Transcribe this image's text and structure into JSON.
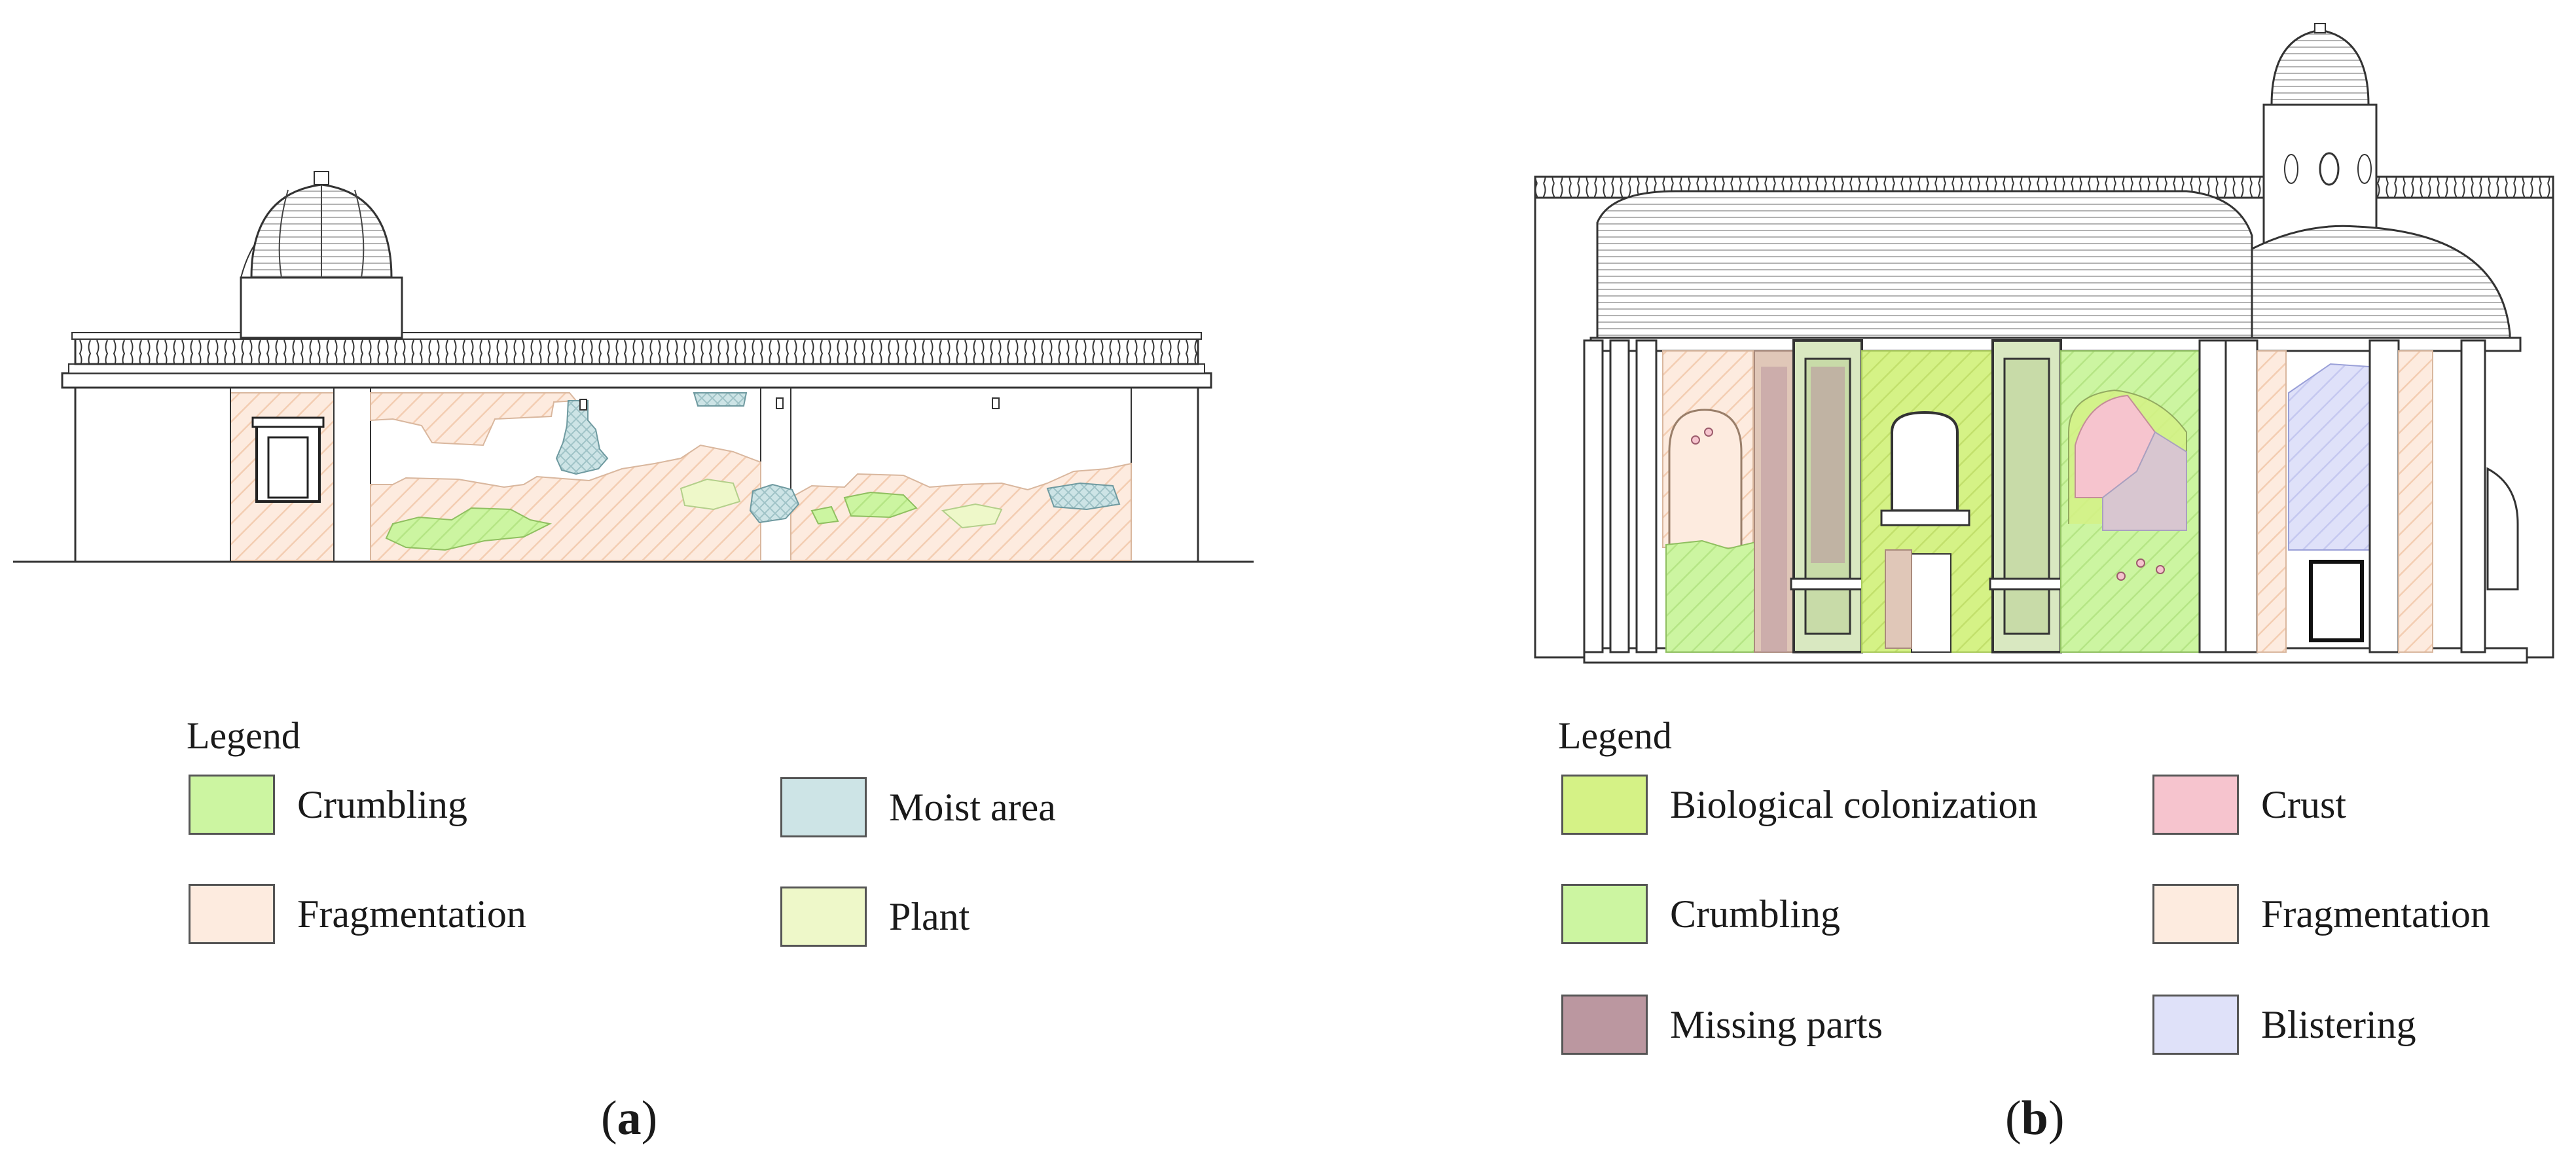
{
  "panel_a": {
    "legend_title": "Legend",
    "legend": [
      {
        "label": "Crumbling",
        "color": "#ccf5a1"
      },
      {
        "label": "Moist area",
        "color": "#cde4e6"
      },
      {
        "label": "Fragmentation",
        "color": "#fdebdf"
      },
      {
        "label": "Plant",
        "color": "#eef8c9"
      }
    ],
    "caption_letter": "a"
  },
  "panel_b": {
    "legend_title": "Legend",
    "legend": [
      {
        "label": "Biological colonization",
        "color": "#d5f286"
      },
      {
        "label": "Crust",
        "color": "#f6c4ce"
      },
      {
        "label": "Crumbling",
        "color": "#ccf5a1"
      },
      {
        "label": "Fragmentation",
        "color": "#fdebdf"
      },
      {
        "label": "Missing parts",
        "color": "#bb97a0"
      },
      {
        "label": "Blistering",
        "color": "#dfe1f9"
      }
    ],
    "caption_letter": "b"
  },
  "colors": {
    "line": "#3a3a3a",
    "crumbling": "#ccf5a1",
    "moist": "#cde4e6",
    "fragmentation": "#fdebdf",
    "plant": "#eef8c9",
    "bio": "#d5f286",
    "crust": "#f6c4ce",
    "missing": "#bb97a0",
    "blister": "#dfe1f9"
  }
}
